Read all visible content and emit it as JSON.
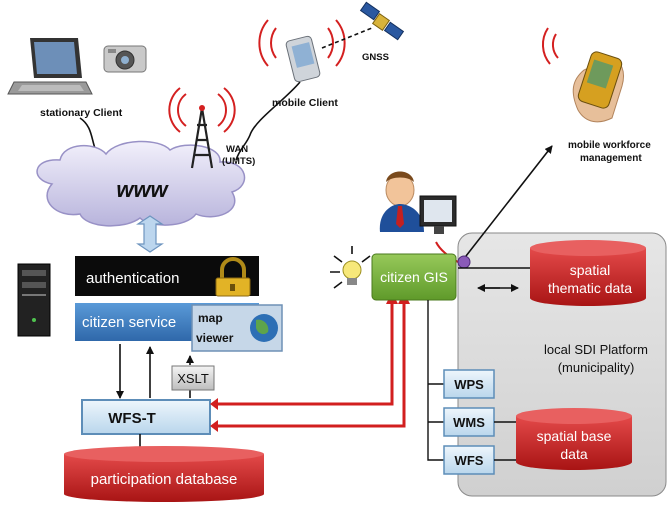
{
  "labels": {
    "stationary_client": "stationary Client",
    "www": "www",
    "wan": "WAN",
    "umts": "(UMTS)",
    "mobile_client": "mobile Client",
    "gnss": "GNSS",
    "mobile_workforce_1": "mobile workforce",
    "mobile_workforce_2": "management",
    "authentication": "authentication",
    "citizen_service": "citizen service",
    "map": "map",
    "viewer": "viewer",
    "xslt": "XSLT",
    "wfs_t": "WFS-T",
    "participation_db": "participation database",
    "citizen_gis": "citizen GIS",
    "spatial_thematic_1": "spatial",
    "spatial_thematic_2": "thematic data",
    "local_sdi_1": "local SDI Platform",
    "local_sdi_2": "(municipality)",
    "wps": "WPS",
    "wms": "WMS",
    "wfs": "WFS",
    "spatial_base_1": "spatial base",
    "spatial_base_2": "data"
  },
  "colors": {
    "red": "#c21a1a",
    "blue": "#3f7fc4",
    "green": "#78b03c",
    "gray_panel": "#dcdcdc",
    "light_blue": "#cfe4f2"
  }
}
